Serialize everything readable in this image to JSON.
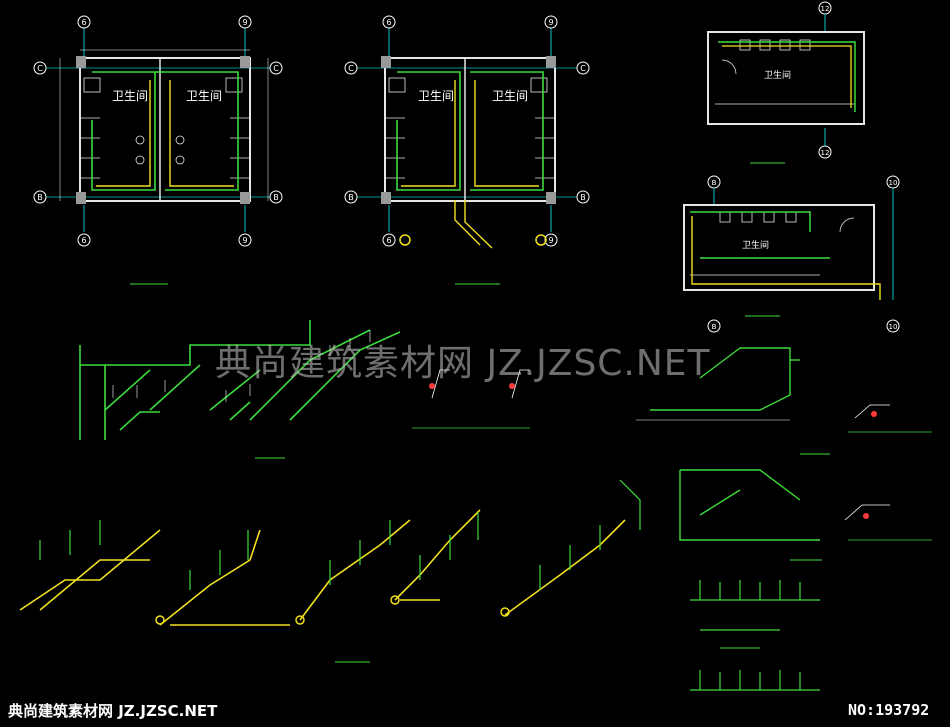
{
  "colors": {
    "background": "#000000",
    "wall": "#e6e6e6",
    "pipe": "#3ddc3d",
    "pipe_yellow": "#f2e020",
    "dim": "#ffffff",
    "axis_circle": "#ffffff",
    "note_red": "#ff3b3b",
    "riser": "#ffd400"
  },
  "plans": {
    "plan_a": {
      "room_left": "卫生间",
      "room_right": "卫生间",
      "axis_top_left": "6",
      "axis_top_right": "9",
      "axis_c": "C",
      "axis_b": "B"
    },
    "plan_b": {
      "room_left": "卫生间",
      "room_right": "卫生间",
      "axis_top_left": "6",
      "axis_top_right": "9",
      "axis_c": "C",
      "axis_b": "B"
    },
    "plan_c": {
      "room": "卫生间",
      "axis": "12"
    },
    "plan_d": {
      "room": "卫生间",
      "axis_left": "B",
      "axis_right": "10"
    }
  },
  "watermark": {
    "center": "典尚建筑素材网 JZ.JZSC.NET",
    "bottom": "典尚建筑素材网 JZ.JZSC.NET",
    "number": "NO:193792"
  }
}
